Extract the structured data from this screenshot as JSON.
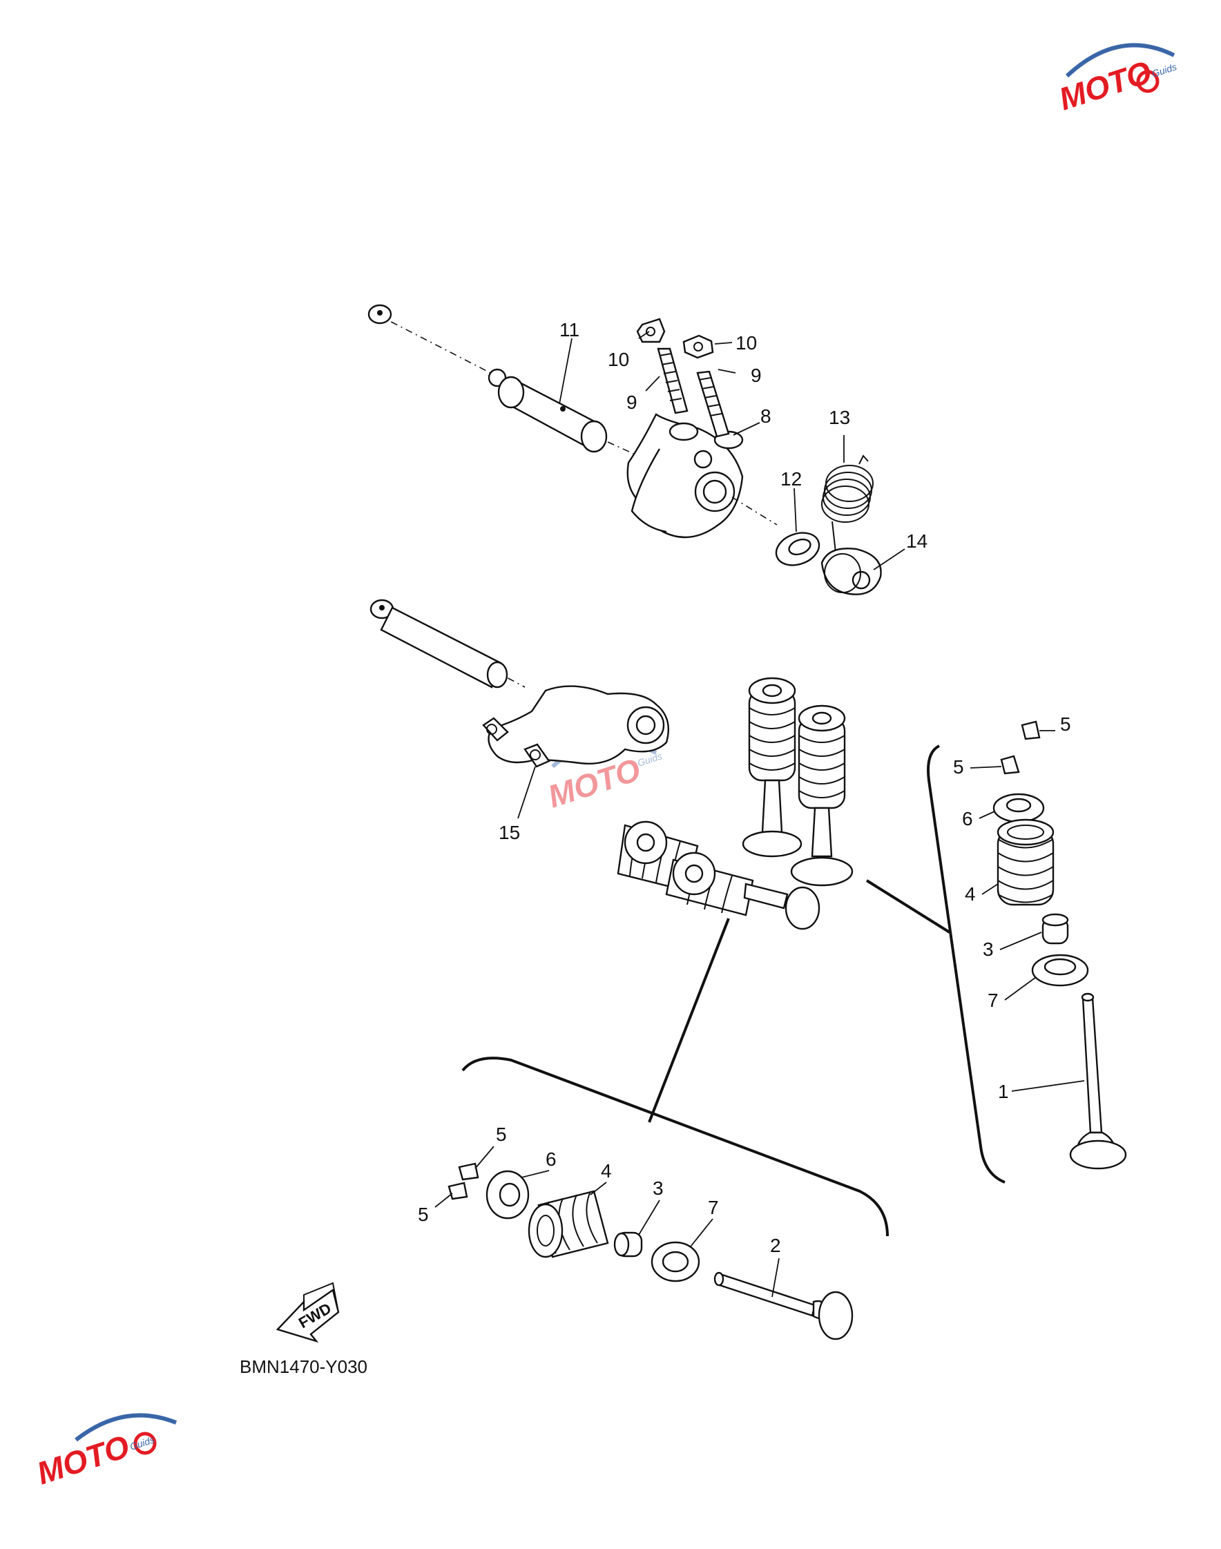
{
  "diagram_code": "BMN1470-Y030",
  "fwd_label": "FWD",
  "watermark": {
    "brand": "MOTO",
    "sub": "Guids",
    "red": "#e31b23",
    "blue": "#3a66a8"
  },
  "callouts": {
    "valve_in": "1",
    "valve_ex": "2",
    "seal_r": "3",
    "seal_b": "3",
    "spring_r": "4",
    "spring_b": "4",
    "cotter_r1": "5",
    "cotter_r2": "5",
    "cotter_b1": "5",
    "cotter_b2": "5",
    "retainer_r": "6",
    "retainer_b": "6",
    "seat_r": "7",
    "seat_b": "7",
    "pad": "8",
    "screw_l": "9",
    "screw_r": "9",
    "nut_l": "10",
    "nut_r": "10",
    "shaft": "11",
    "washer": "12",
    "spring_t": "13",
    "collar": "14",
    "rocker": "15"
  }
}
